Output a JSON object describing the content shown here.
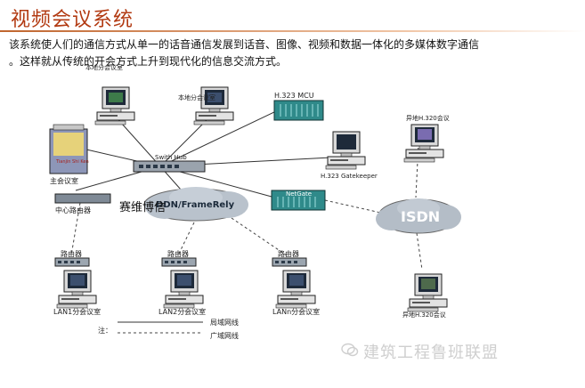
{
  "title": "视频会议系统",
  "intro": {
    "line1": "该系统使人们的通信方式从单一的话音通信发展到话音、图像、视频和数据一体化的多媒体数字通信",
    "line2": "。这样就从传统的开会方式上升到现代化的信息交流方式。"
  },
  "diagram": {
    "sub_venue_1": "本地分会议室",
    "sub_venue_2": "本地分会议室",
    "mcu": "H.323 MCU",
    "main_venue": "主会议室",
    "main_venue_screen": "Tianjin Shi Ken",
    "switch_hub": "Swith Hub",
    "gatekeeper": "H.323 Gatekeeper",
    "remote_top": "异地H.320会议",
    "central_router": "中心路由器",
    "cloud_ddn": "DDN/FrameRely",
    "netgate": "NetGate",
    "cloud_isdn": "ISDN",
    "router_1": "路由器",
    "router_2": "路由器",
    "router_3": "路由器",
    "lan_1": "LAN1分会议室",
    "lan_2": "LAN2分会议室",
    "lan_n": "LANn分会议室",
    "remote_bottom": "异地H.320会议",
    "legend_prefix": "注：",
    "legend_lan": "局域网线",
    "legend_wan": "广域网线"
  },
  "overlay_text": "赛维博信",
  "watermark": "建筑工程鲁班联盟"
}
